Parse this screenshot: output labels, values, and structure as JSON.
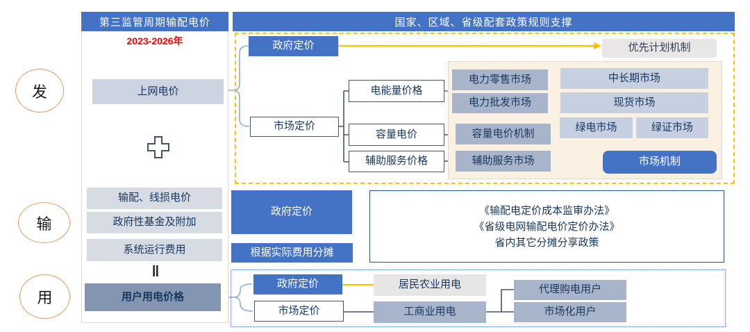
{
  "stages": {
    "generation": "发",
    "transmission": "输",
    "consumption": "用"
  },
  "left": {
    "header": "第三监管周期输配电价",
    "period": "2023-2026年",
    "grid_price": "上网电价",
    "td_loss_price": "输配、线损电价",
    "gov_funds": "政府性基金及附加",
    "system_cost": "系统运行费用",
    "equals_sign": "‖",
    "user_price": "用户用电价格"
  },
  "right": {
    "header": "国家、区域、省级配套政策规则支撑",
    "generation": {
      "gov_pricing": "政府定价",
      "priority_plan": "优先计划机制",
      "market_pricing": "市场定价",
      "energy_price": "电能量价格",
      "capacity_price": "容量电价",
      "ancillary_price": "辅助服务价格",
      "retail_market": "电力零售市场",
      "wholesale_market": "电力批发市场",
      "capacity_mechanism": "容量电价机制",
      "ancillary_market": "辅助服务市场",
      "medium_long_term_market": "中长期市场",
      "spot_market": "现货市场",
      "green_power_market": "绿电市场",
      "green_cert_market": "绿证市场",
      "market_mechanism": "市场机制"
    },
    "transmission": {
      "gov_pricing": "政府定价",
      "cost_allocation": "根据实际费用分摊",
      "policies": [
        "《输配电定价成本监审办法》",
        "《省级电网输配电价定价办法》",
        "省内其它分摊分享政策"
      ]
    },
    "consumption": {
      "gov_pricing": "政府定价",
      "market_pricing": "市场定价",
      "residential_agricultural": "居民农业用电",
      "industrial_commercial": "工商业用电",
      "agent_purchase_users": "代理购电用户",
      "market_users": "市场化用户"
    }
  },
  "colors": {
    "primary_blue": "#4472C4",
    "accent_yellow": "#FFC000",
    "slate": "#8495B1",
    "steel": "#A7B4CA",
    "light_blue": "#C6D0E0",
    "cream": "#FBF1E3",
    "circle_orange": "#E8995E",
    "dark_text": "#17375E",
    "period_red": "#FF0000"
  }
}
